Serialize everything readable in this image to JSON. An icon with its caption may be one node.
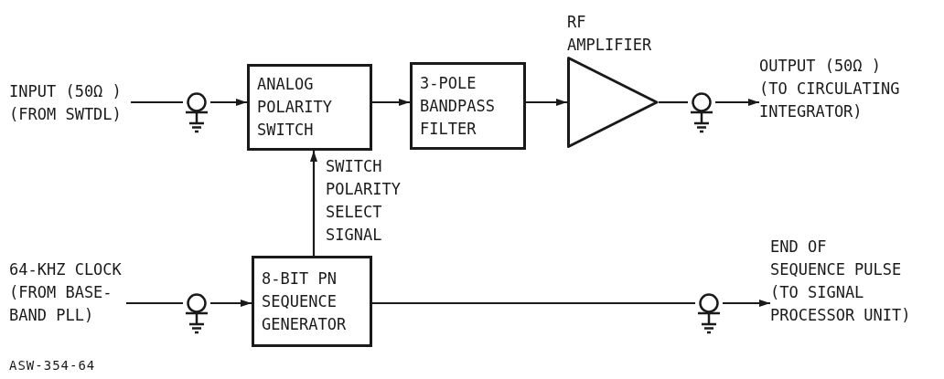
{
  "diagram": {
    "nodes": [
      {
        "text": [
          "INPUT (50Ω ) (FROM SWTDL)"
        ]
      },
      {
        "text": [],
        "shape": "circle"
      },
      {
        "text": [
          "ANALOG POLARITY SWITCH"
        ]
      },
      {
        "text": [
          "3-POLE BANDPASS FILTER"
        ]
      },
      {
        "text": [
          "RF AMPLIFIER"
        ]
      },
      {
        "text": [],
        "shape": "circle"
      },
      {
        "text": [
          "OUTPUT (50Ω ) (TO CIRCULATING INTEGRATOR)"
        ]
      },
      {
        "text": [
          "64-KHZ CLOCK (FROM BASE-BAND PLL)"
        ]
      },
      {
        "text": [],
        "shape": "circle"
      },
      {
        "text": [
          "8-BIT PN SEQUENCE GENERATOR"
        ]
      },
      {
        "text": [],
        "shape": "circle"
      },
      {
        "text": [
          "END OF SEQUENCE PULSE",
          "(TO SIGNAL PROCESSOR UNIT)"
        ]
      }
    ],
    "edges": [
      {
        "from": 0,
        "to": 1,
        "arrow": "none"
      },
      {
        "from": 1,
        "to": 2,
        "arrow": "to"
      },
      {
        "from": 2,
        "to": 3,
        "arrow": "to"
      },
      {
        "from": 3,
        "to": 4,
        "arrow": "to"
      },
      {
        "from": 4,
        "to": 5,
        "arrow": "none"
      },
      {
        "from": 5,
        "to": 6,
        "arrow": "to"
      },
      {
        "from": 7,
        "to": 8,
        "arrow": "none"
      },
      {
        "from": 8,
        "to": 9,
        "arrow": "to"
      },
      {
        "from": 9,
        "to": 2,
        "arrow": "to",
        "label": "SWITCH POLARITY SELECT SIGNAL"
      },
      {
        "from": 9,
        "to": 10,
        "arrow": "none"
      },
      {
        "from": 10,
        "to": 11,
        "arrow": "to"
      }
    ],
    "labels": [
      "ASW-354-64"
    ]
  }
}
